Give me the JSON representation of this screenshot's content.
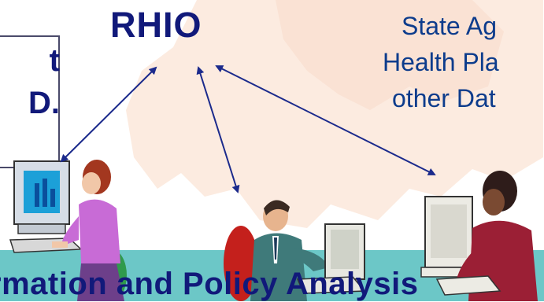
{
  "diagram": {
    "title": "RHIO",
    "left_box_lines": [
      "t",
      "D."
    ],
    "right_lines": [
      "State Ag",
      "Health Pla",
      "other Dat"
    ],
    "bottom_text": "rmation and Policy Analysis"
  },
  "colors": {
    "navy_text": "#11197a",
    "blue_text": "#0d3c8c",
    "band": "#6cc7c7",
    "map_tint": "#fbe3d3",
    "arrow": "#1b2a8c"
  },
  "icons": [
    "computer-user-woman-icon",
    "businessman-computer-icon",
    "woman-computer-icon"
  ]
}
